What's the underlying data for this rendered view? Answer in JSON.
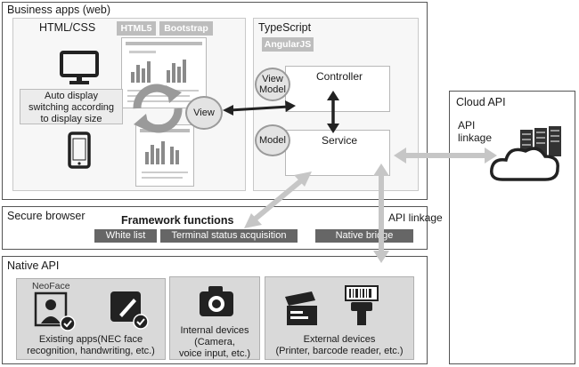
{
  "business_apps": {
    "title": "Business apps (web)",
    "html_css": {
      "title": "HTML/CSS",
      "tags": [
        "HTML5",
        "Bootstrap"
      ],
      "auto_display_note": [
        "Auto display",
        "switching according",
        "to display size"
      ],
      "view_label": "View"
    },
    "typescript": {
      "title": "TypeScript",
      "tag": "AngularJS",
      "view_model_label": [
        "View",
        "Model"
      ],
      "controller_label": "Controller",
      "model_label": "Model",
      "service_label": "Service"
    }
  },
  "secure_browser": {
    "title": "Secure browser",
    "framework_title": "Framework functions",
    "functions": [
      "White list",
      "Terminal status acquisition"
    ],
    "native_bridge": "Native bridge",
    "api_linkage": "API linkage"
  },
  "native_api": {
    "title": "Native API",
    "neoface_label": "NeoFace",
    "existing_apps": [
      "Existing apps(NEC face",
      "recognition, handwriting, etc.)"
    ],
    "internal_devices": [
      "Internal devices",
      "(Camera,",
      "voice input, etc.)"
    ],
    "external_devices": [
      "External devices",
      "(Printer, barcode reader, etc.)"
    ]
  },
  "cloud_api": {
    "title": "Cloud API",
    "api_linkage": [
      "API",
      "linkage"
    ]
  },
  "icons": [
    "monitor-icon",
    "smartphone-icon",
    "refresh-icon",
    "face-recognition-icon",
    "pen-icon",
    "camera-icon",
    "printer-icon",
    "barcode-scanner-icon",
    "cloud-server-icon"
  ]
}
